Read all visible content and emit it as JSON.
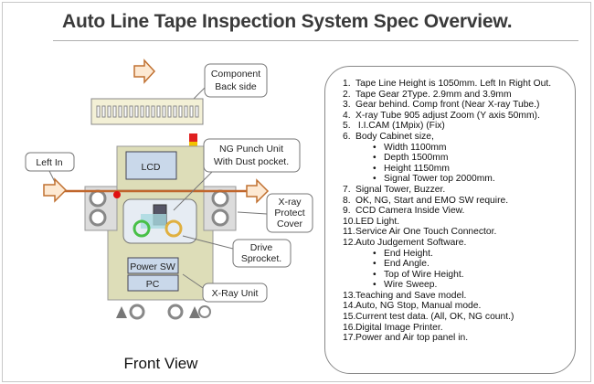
{
  "title": "Auto Line Tape Inspection System Spec Overview.",
  "callouts": {
    "component_back": [
      "Component",
      "Back side"
    ],
    "ng_punch": [
      "NG Punch Unit",
      "With Dust pocket."
    ],
    "left_in": "Left In",
    "xray_cover": [
      "X-ray",
      "Protect",
      "Cover"
    ],
    "drive_sprocket": [
      "Drive",
      "Sprocket."
    ],
    "xray_unit": "X-Ray Unit"
  },
  "machine_labels": {
    "lcd": "LCD",
    "power_sw": "Power SW",
    "pc": "PC"
  },
  "front_view_label": "Front View",
  "colors": {
    "machine_body": "#ddddb8",
    "arrow_fill": "#fde9d3",
    "arrow_stroke": "#c07030",
    "panel_fill": "#c9d8ea",
    "tape": "#c0662c",
    "tower": [
      "#e02020",
      "#f2c200",
      "#20a040"
    ]
  },
  "spec_items": [
    {
      "num": "1.",
      "text": "Tape Line Height is 1050mm. Left In Right Out."
    },
    {
      "num": "2.",
      "text": "Tape Gear 2Type. 2.9mm and 3.9mm"
    },
    {
      "num": "3.",
      "text": "Gear behind. Comp front (Near X-ray Tube.)"
    },
    {
      "num": "4.",
      "text": "X-ray Tube 905 adjust Zoom (Y axis 50mm)."
    },
    {
      "num": "5.",
      "text": " I.I.CAM (1Mpix) (Fix)"
    },
    {
      "num": "6.",
      "text": "Body Cabinet size,"
    },
    {
      "sub": "Width 1100mm"
    },
    {
      "sub": "Depth 1500mm"
    },
    {
      "sub": "Height 1150mm"
    },
    {
      "sub": "Signal Tower top 2000mm."
    },
    {
      "num": "7.",
      "text": "Signal Tower, Buzzer."
    },
    {
      "num": "8.",
      "text": "OK, NG, Start and EMO SW require."
    },
    {
      "num": "9.",
      "text": "CCD Camera Inside View."
    },
    {
      "num": "10.",
      "text": "LED Light."
    },
    {
      "num": "11.",
      "text": "Service Air One Touch Connector."
    },
    {
      "num": "12.",
      "text": "Auto Judgement Software."
    },
    {
      "sub": "End Height."
    },
    {
      "sub": "End Angle."
    },
    {
      "sub": "Top of Wire Height."
    },
    {
      "sub": "Wire Sweep."
    },
    {
      "num": "13.",
      "text": "Teaching and Save model."
    },
    {
      "num": "14.",
      "text": "Auto, NG Stop, Manual mode."
    },
    {
      "num": "15.",
      "text": "Current test data. (All, OK, NG count.)"
    },
    {
      "num": "16.",
      "text": "Digital Image Printer."
    },
    {
      "num": "17.",
      "text": "Power and Air top panel in."
    }
  ]
}
